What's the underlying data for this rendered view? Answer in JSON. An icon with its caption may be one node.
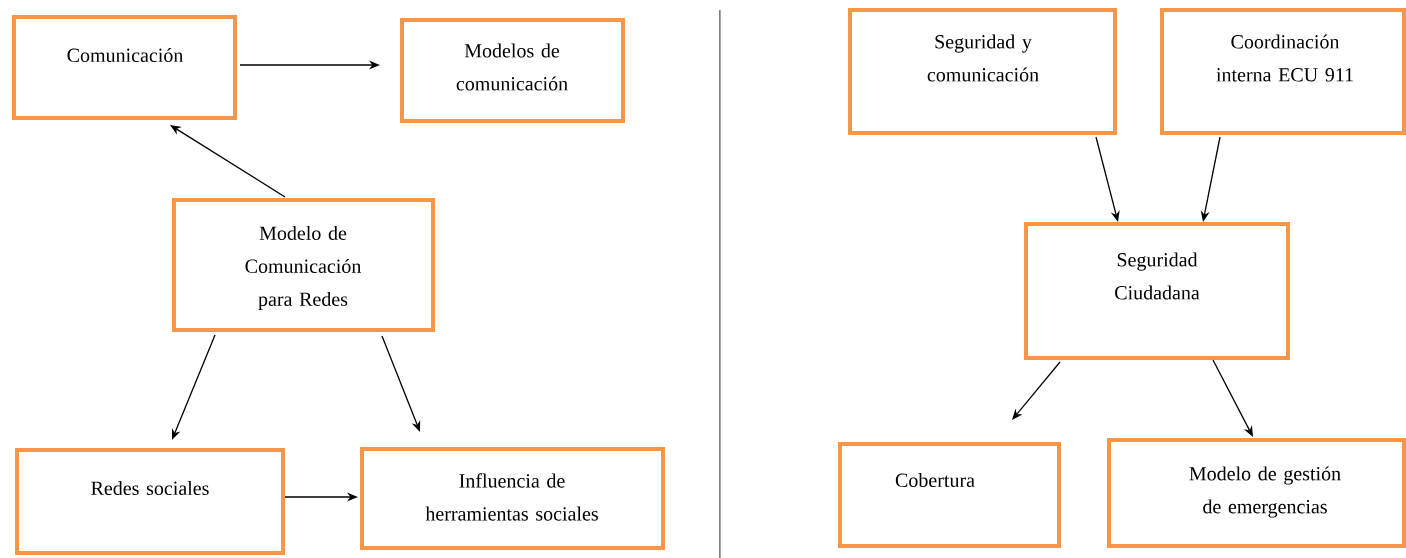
{
  "diagram": {
    "nodes": [
      {
        "text": [
          "Comunicación"
        ]
      },
      {
        "text": [
          "Modelos de comunicación"
        ]
      },
      {
        "text": [
          "Modelo de Comunicación para Redes"
        ]
      },
      {
        "text": [
          "Redes sociales"
        ]
      },
      {
        "text": [
          "Influencia de herramientas sociales"
        ]
      },
      {
        "text": [
          "Seguridad y comunicación"
        ]
      },
      {
        "text": [
          "Coordinación interna ECU 911"
        ]
      },
      {
        "text": [
          "Seguridad Ciudadana"
        ]
      },
      {
        "text": [
          "Cobertura"
        ]
      },
      {
        "text": [
          "Modelo de gestión de emergencias"
        ]
      }
    ],
    "edges": [
      {
        "from": 0,
        "to": 1,
        "arrow": "to"
      },
      {
        "from": 2,
        "to": 0,
        "arrow": "to"
      },
      {
        "from": 2,
        "to": 3,
        "arrow": "to"
      },
      {
        "from": 2,
        "to": 4,
        "arrow": "to"
      },
      {
        "from": 3,
        "to": 4,
        "arrow": "to"
      },
      {
        "from": 5,
        "to": 7,
        "arrow": "to"
      },
      {
        "from": 6,
        "to": 7,
        "arrow": "to"
      },
      {
        "from": 7,
        "to": 8,
        "arrow": "to"
      },
      {
        "from": 7,
        "to": 9,
        "arrow": "to"
      }
    ]
  }
}
